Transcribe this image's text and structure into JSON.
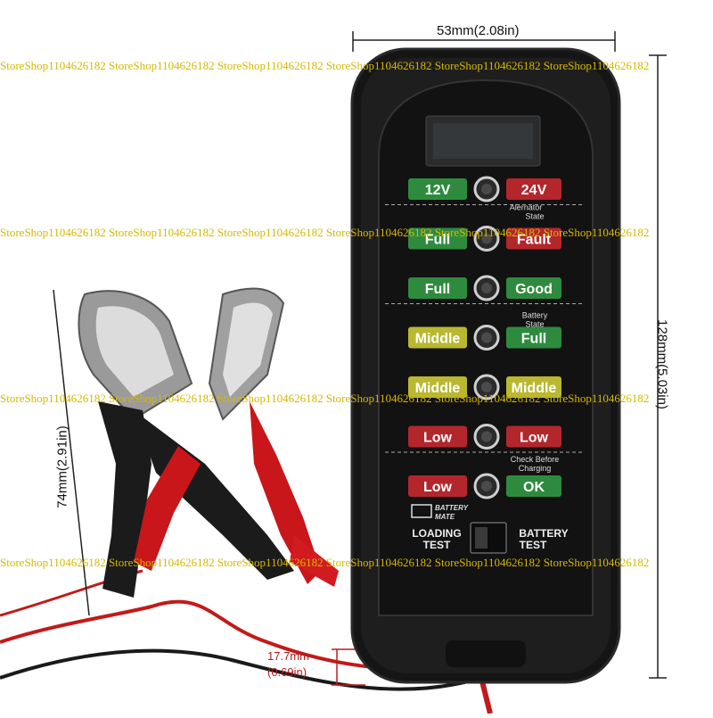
{
  "dimensions": {
    "width_label": "53mm(2.08in)",
    "height_label": "128mm(5.03in)",
    "clip_label": "74mm(2.91in)",
    "foot_label_mm": "17.7mm",
    "foot_label_in": "(0.69in)"
  },
  "watermark": "StoreShop1104626182 StoreShop1104626182 StoreShop1104626182 StoreShop1104626182 StoreShop1104626182 StoreShop1104626182",
  "device": {
    "rows": [
      {
        "left": "12V",
        "left_color": "#2e8b3e",
        "right": "24V",
        "right_color": "#b3262c",
        "caption": ""
      },
      {
        "left": "Full",
        "left_color": "#2e8b3e",
        "right": "Fault",
        "right_color": "#b3262c",
        "caption": "Alernator State"
      },
      {
        "left": "Full",
        "left_color": "#2e8b3e",
        "right": "Good",
        "right_color": "#2e8b3e",
        "caption": ""
      },
      {
        "left": "Middle",
        "left_color": "#b9b830",
        "right": "Full",
        "right_color": "#2e8b3e",
        "caption": "Battery State"
      },
      {
        "left": "Middle",
        "left_color": "#b9b830",
        "right": "Middle",
        "right_color": "#b9b830",
        "caption": ""
      },
      {
        "left": "Low",
        "left_color": "#b3262c",
        "right": "Low",
        "right_color": "#b3262c",
        "caption": ""
      },
      {
        "left": "Low",
        "left_color": "#b3262c",
        "right": "OK",
        "right_color": "#2e8b3e",
        "caption": "Check Before Charging"
      }
    ],
    "logo_line1": "BATTERY",
    "logo_line2": "MATE",
    "switch_left_1": "LOADING",
    "switch_left_2": "TEST",
    "switch_right_1": "BATTERY",
    "switch_right_2": "TEST"
  }
}
